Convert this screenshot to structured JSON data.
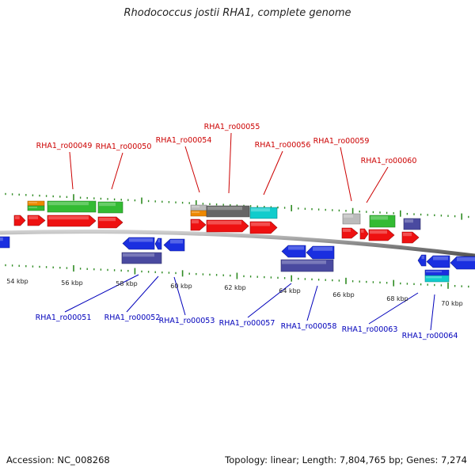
{
  "title": "Rhodococcus jostii RHA1, complete genome",
  "footer": {
    "accession": "Accession: NC_008268",
    "stats": "Topology: linear; Length: 7,804,765 bp; Genes: 7,274"
  },
  "colors": {
    "top_label": "#cc0000",
    "bottom_label": "#0000bb",
    "backbone": "#888888",
    "tick": "#2e8b22",
    "red": "#ee1111",
    "blue": "#1a2fe0",
    "green": "#33bb33",
    "orange": "#ee8800",
    "navy": "#4a4aa0",
    "gray": "#666666",
    "lightgray": "#bbbbbb",
    "cyan": "#11cccc"
  },
  "axis_labels": [
    "54 kbp",
    "56 kbp",
    "58 kbp",
    "60 kbp",
    "62 kbp",
    "64 kbp",
    "66 kbp",
    "68 kbp",
    "70 kbp"
  ],
  "top_genes": [
    "RHA1_ro00049",
    "RHA1_ro00050",
    "RHA1_ro00054",
    "RHA1_ro00055",
    "RHA1_ro00056",
    "RHA1_ro00059",
    "RHA1_ro00060"
  ],
  "bottom_genes": [
    "RHA1_ro00051",
    "RHA1_ro00052",
    "RHA1_ro00053",
    "RHA1_ro00057",
    "RHA1_ro00058",
    "RHA1_ro00063",
    "RHA1_ro00064"
  ]
}
